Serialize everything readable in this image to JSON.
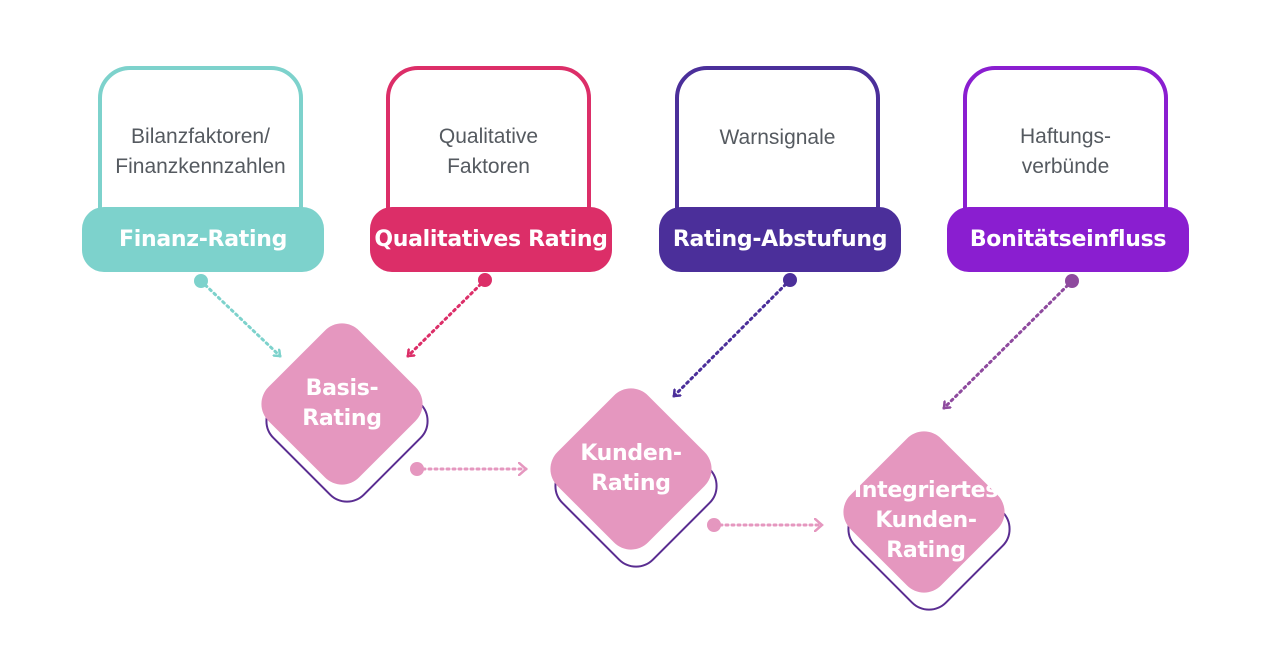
{
  "colors": {
    "teal": "#7dd2cc",
    "crimson": "#dc2e68",
    "indigo": "#4b2f9a",
    "violet": "#8a1ed0",
    "diamond_fill": "#e597bf",
    "diamond_outline": "#5a2d91",
    "connector_pink": "#e597bf",
    "connector_purple": "#8e4a9e"
  },
  "categories": [
    {
      "id": "finanz",
      "description": "Bilanzfaktoren/\nFinanzkennzahlen",
      "label": "Finanz-Rating"
    },
    {
      "id": "qualitativ",
      "description": "Qualitative\nFaktoren",
      "label": "Qualitatives Rating"
    },
    {
      "id": "abstufung",
      "description": "Warnsignale",
      "label": "Rating-Abstufung"
    },
    {
      "id": "bonitaet",
      "description": "Haftungs-\nverbünde",
      "label": "Bonitätseinfluss"
    }
  ],
  "stages": [
    {
      "id": "basis",
      "label": "Basis-\nRating"
    },
    {
      "id": "kunden",
      "label": "Kunden-\nRating"
    },
    {
      "id": "integriert",
      "label": "Integriertes\nKunden-\nRating"
    }
  ]
}
